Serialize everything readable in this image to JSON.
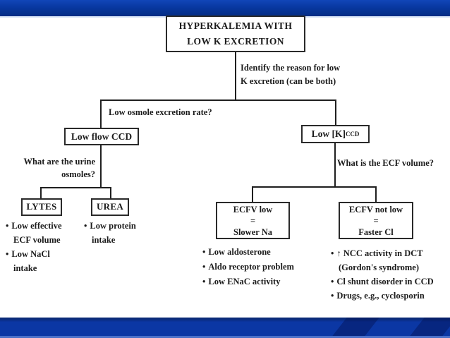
{
  "title_box": {
    "line1": "HYPERKALEMIA WITH",
    "line2": "LOW K EXCRETION"
  },
  "annotations": {
    "identify_line1": "Identify the reason for low",
    "identify_line2": "K excretion (can be both)",
    "osmole_question": "Low osmole excretion rate?",
    "urine_question_line1": "What are the urine",
    "urine_question_line2": "osmoles?",
    "ecf_question": "What is the ECF volume?"
  },
  "boxes": {
    "low_flow_ccd": "Low flow CCD",
    "low_k_ccd_main": "Low [K]",
    "low_k_ccd_sub": "CCD",
    "lytes": "LYTES",
    "urea": "UREA",
    "ecfv_low": {
      "line1": "ECFV low",
      "line2": "=",
      "line3": "Slower Na"
    },
    "ecfv_not_low": {
      "line1": "ECFV not low",
      "line2": "=",
      "line3": "Faster Cl"
    }
  },
  "bullets": {
    "lytes_causes": [
      "Low effective ECF volume",
      "Low NaCl intake"
    ],
    "urea_causes": [
      "Low protein intake"
    ],
    "ecfv_low_causes": [
      "Low aldosterone",
      "Aldo receptor problem",
      "Low ENaC activity"
    ],
    "ecfv_not_low_causes": [
      "↑ NCC activity in DCT (Gordon's syndrome)",
      "Cl shunt disorder in CCD",
      "Drugs, e.g., cyclosporin"
    ]
  },
  "colors": {
    "bar_blue": "#0b37a4",
    "bar_blue_dark": "#0a2a78",
    "bar_edge_light": "#d9e6f8",
    "bottom_edge_light": "#4a70c8",
    "line_black": "#1f1f1f",
    "text": "#1b1b1b",
    "background": "#ffffff"
  }
}
